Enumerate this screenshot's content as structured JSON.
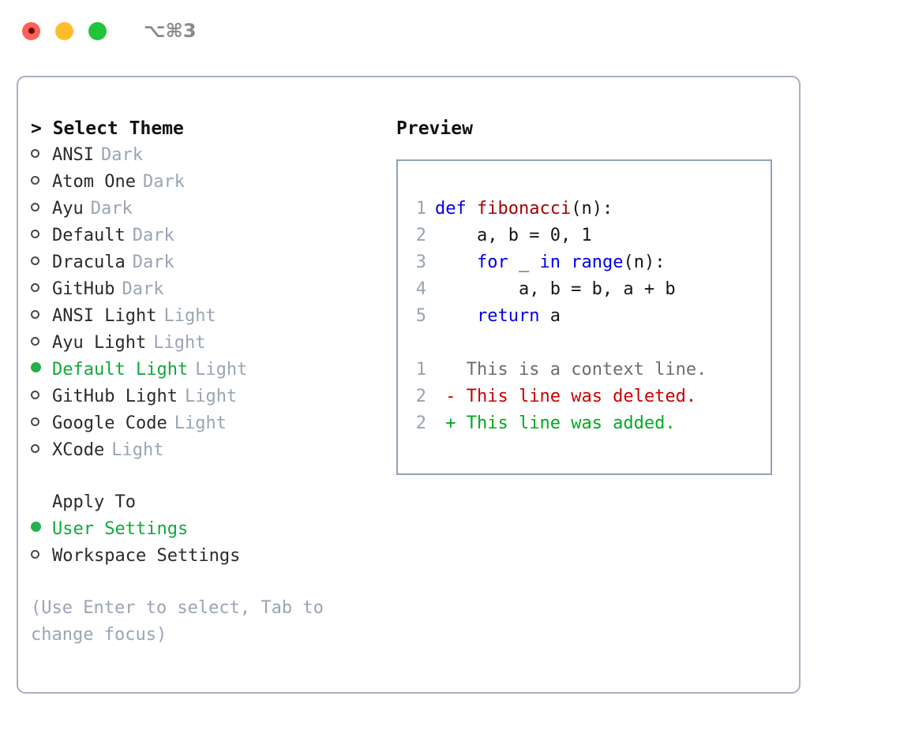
{
  "titlebar": {
    "shortcut": "⌥⌘3",
    "lights": [
      {
        "name": "close",
        "color": "#ff6159"
      },
      {
        "name": "minimize",
        "color": "#ffbd2e"
      },
      {
        "name": "maximize",
        "color": "#22c43b"
      }
    ]
  },
  "theme_picker": {
    "header": "> Select Theme",
    "items": [
      {
        "marker": "hollow",
        "name": "ANSI",
        "tag": "Dark",
        "selected": false
      },
      {
        "marker": "hollow",
        "name": "Atom One",
        "tag": "Dark",
        "selected": false
      },
      {
        "marker": "hollow",
        "name": "Ayu",
        "tag": "Dark",
        "selected": false
      },
      {
        "marker": "hollow",
        "name": "Default",
        "tag": "Dark",
        "selected": false
      },
      {
        "marker": "hollow",
        "name": "Dracula",
        "tag": "Dark",
        "selected": false
      },
      {
        "marker": "hollow",
        "name": "GitHub",
        "tag": "Dark",
        "selected": false
      },
      {
        "marker": "hollow",
        "name": "ANSI Light",
        "tag": "Light",
        "selected": false
      },
      {
        "marker": "hollow",
        "name": "Ayu Light",
        "tag": "Light",
        "selected": false
      },
      {
        "marker": "filled",
        "name": "Default Light",
        "tag": "Light",
        "selected": true
      },
      {
        "marker": "hollow",
        "name": "GitHub Light",
        "tag": "Light",
        "selected": false
      },
      {
        "marker": "hollow",
        "name": "Google Code",
        "tag": "Light",
        "selected": false
      },
      {
        "marker": "hollow",
        "name": "XCode",
        "tag": "Light",
        "selected": false
      }
    ]
  },
  "apply_to": {
    "title": "Apply To",
    "options": [
      {
        "marker": "filled",
        "name": "User Settings",
        "selected": true
      },
      {
        "marker": "hollow",
        "name": "Workspace Settings",
        "selected": false
      }
    ]
  },
  "hint": "(Use Enter to select, Tab to change focus)",
  "preview": {
    "title": "Preview",
    "code_lines": [
      {
        "num": "1",
        "tokens": [
          {
            "t": "def",
            "c": "kw"
          },
          {
            "t": " ",
            "c": "pl"
          },
          {
            "t": "fibonacci",
            "c": "fn"
          },
          {
            "t": "(n):",
            "c": "pl"
          }
        ]
      },
      {
        "num": "2",
        "tokens": [
          {
            "t": "    a, b = 0, 1",
            "c": "pl"
          }
        ]
      },
      {
        "num": "3",
        "tokens": [
          {
            "t": "    ",
            "c": "pl"
          },
          {
            "t": "for",
            "c": "kw"
          },
          {
            "t": " _ ",
            "c": "pl"
          },
          {
            "t": "in",
            "c": "kw"
          },
          {
            "t": " ",
            "c": "pl"
          },
          {
            "t": "range",
            "c": "kw"
          },
          {
            "t": "(n):",
            "c": "pl"
          }
        ]
      },
      {
        "num": "4",
        "tokens": [
          {
            "t": "        a, b = b, a + b",
            "c": "pl"
          }
        ]
      },
      {
        "num": "5",
        "tokens": [
          {
            "t": "    ",
            "c": "pl"
          },
          {
            "t": "return",
            "c": "kw"
          },
          {
            "t": " a",
            "c": "pl"
          }
        ]
      }
    ],
    "diff_lines": [
      {
        "num": "1",
        "sign": " ",
        "text": "This is a context line.",
        "kind": "ctx"
      },
      {
        "num": "2",
        "sign": "-",
        "text": "This line was deleted.",
        "kind": "del"
      },
      {
        "num": "2",
        "sign": "+",
        "text": "This line was added.",
        "kind": "add"
      }
    ]
  },
  "colors": {
    "accent_green": "#22b14c",
    "muted": "#9aa5b4",
    "border": "#a9b2c0",
    "preview_border": "#93a1b3",
    "keyword": "#0000ee",
    "function": "#a60000",
    "diff_add": "#00aa22",
    "diff_del": "#cc0000"
  }
}
